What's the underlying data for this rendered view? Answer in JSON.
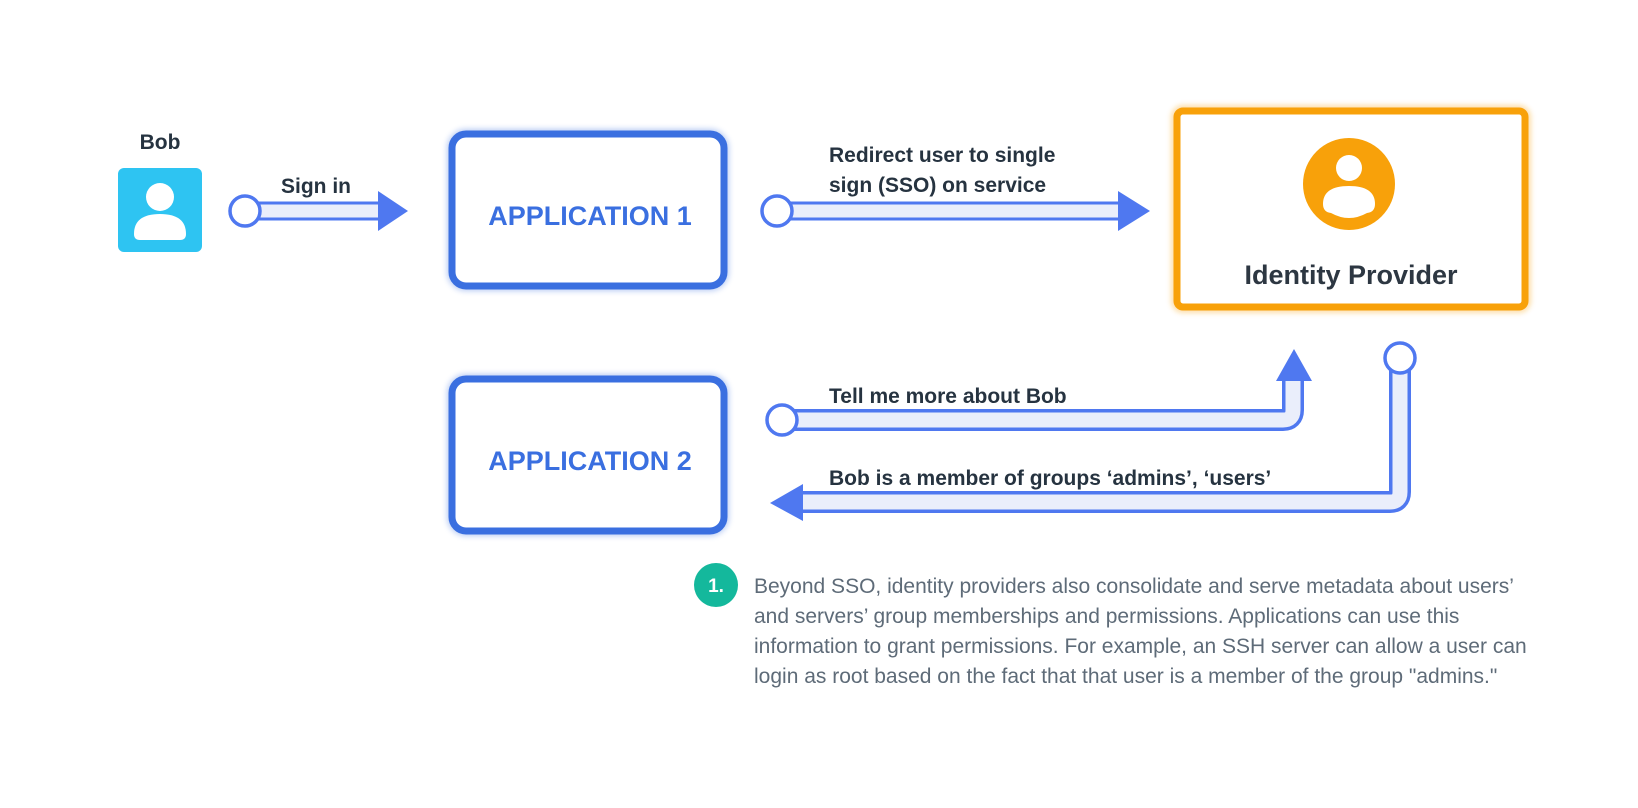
{
  "user": {
    "name": "Bob",
    "icon": "user-icon",
    "color": "#2ec4f2"
  },
  "applications": [
    {
      "label": "APPLICATION 1"
    },
    {
      "label": "APPLICATION 2"
    }
  ],
  "identity_provider": {
    "label": "Identity Provider",
    "icon": "user-icon",
    "color": "#f8a10a"
  },
  "arrows": {
    "sign_in": "Sign in",
    "redirect_line1": "Redirect user to single",
    "redirect_line2": "sign (SSO) on service",
    "tell_more": "Tell me more about Bob",
    "member_of": "Bob is a member of groups ‘admins’, ‘users’"
  },
  "note": {
    "badge": "1.",
    "text": "Beyond SSO, identity providers also consolidate and serve metadata about users’ and servers’ group memberships and permissions. Applications can use this information to grant permissions. For example, an SSH server can allow a user can login as root based on the fact that that user is a member of the group \"admins.\"",
    "badge_color": "#14b89c"
  },
  "colors": {
    "app_border": "#3a6fe0",
    "arrow": "#4f78f0",
    "arrow_fill": "#eaeefb",
    "text_dark": "#263340",
    "text_muted": "#5e6b78"
  }
}
